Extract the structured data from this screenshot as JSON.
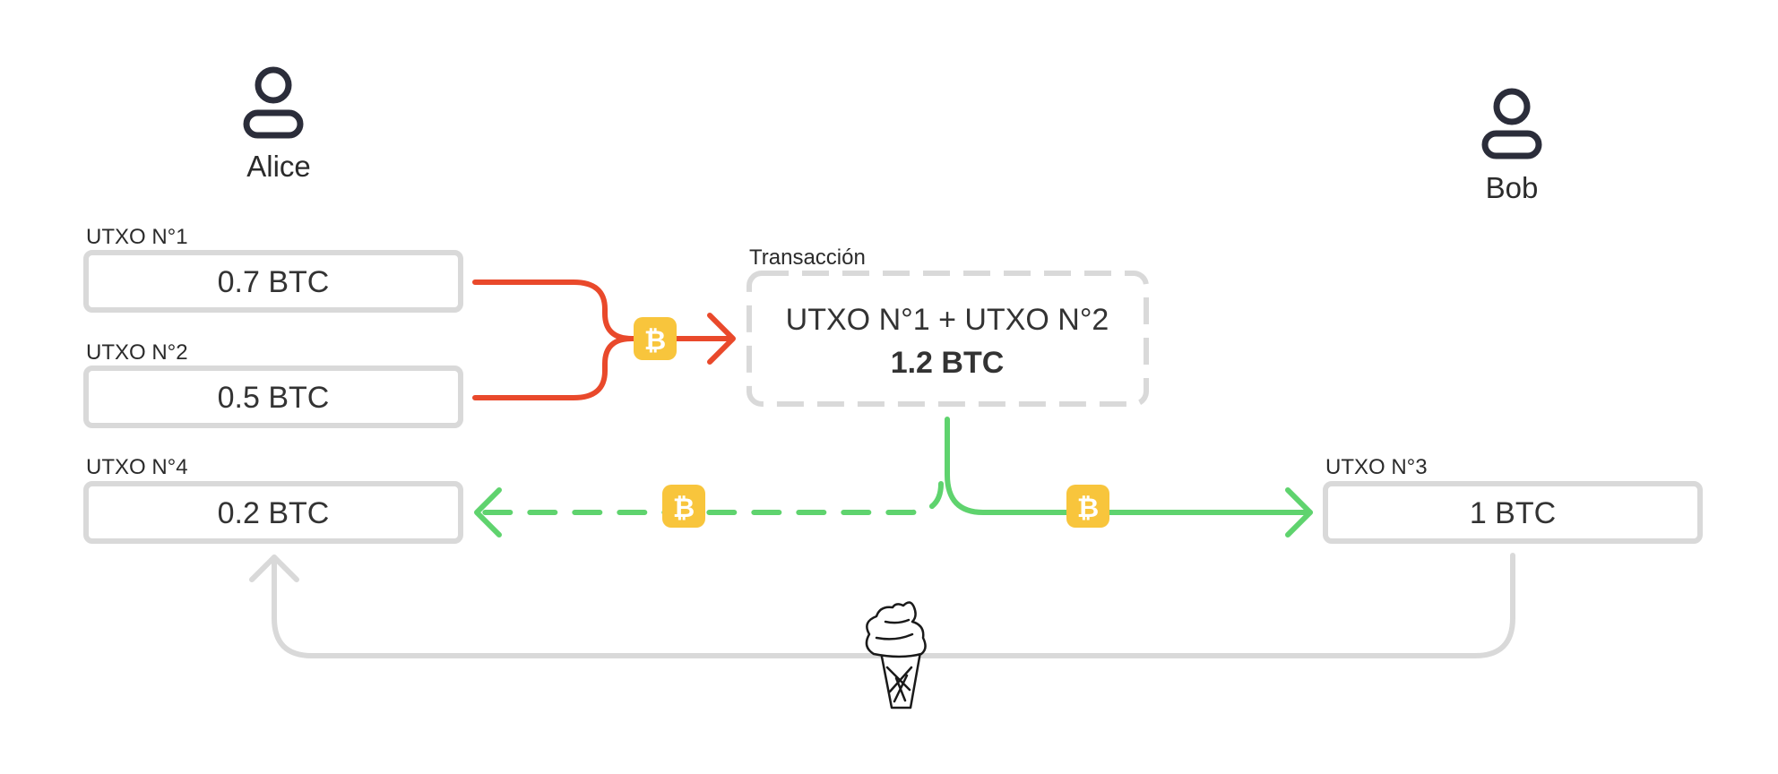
{
  "people": {
    "alice": {
      "name": "Alice"
    },
    "bob": {
      "name": "Bob"
    }
  },
  "utxos": {
    "utxo1": {
      "caption": "UTXO N°1",
      "value": "0.7 BTC"
    },
    "utxo2": {
      "caption": "UTXO N°2",
      "value": "0.5 BTC"
    },
    "utxo4": {
      "caption": "UTXO N°4",
      "value": "0.2 BTC"
    },
    "utxo3": {
      "caption": "UTXO N°3",
      "value": "1 BTC"
    }
  },
  "transaction": {
    "caption": "Transacción",
    "inputs": "UTXO N°1 + UTXO N°2",
    "total": "1.2 BTC"
  },
  "colors": {
    "input_flow": "#e9492b",
    "output_flow": "#5fd36e",
    "payment_flow": "#d9d9d9",
    "bitcoin_badge": "#f8c53c",
    "box_border": "#d9d9d9",
    "icon": "#2b2d3a"
  },
  "icons": {
    "person": "user-icon",
    "coin": "bitcoin-icon",
    "purchase": "ice-cream-icon"
  }
}
